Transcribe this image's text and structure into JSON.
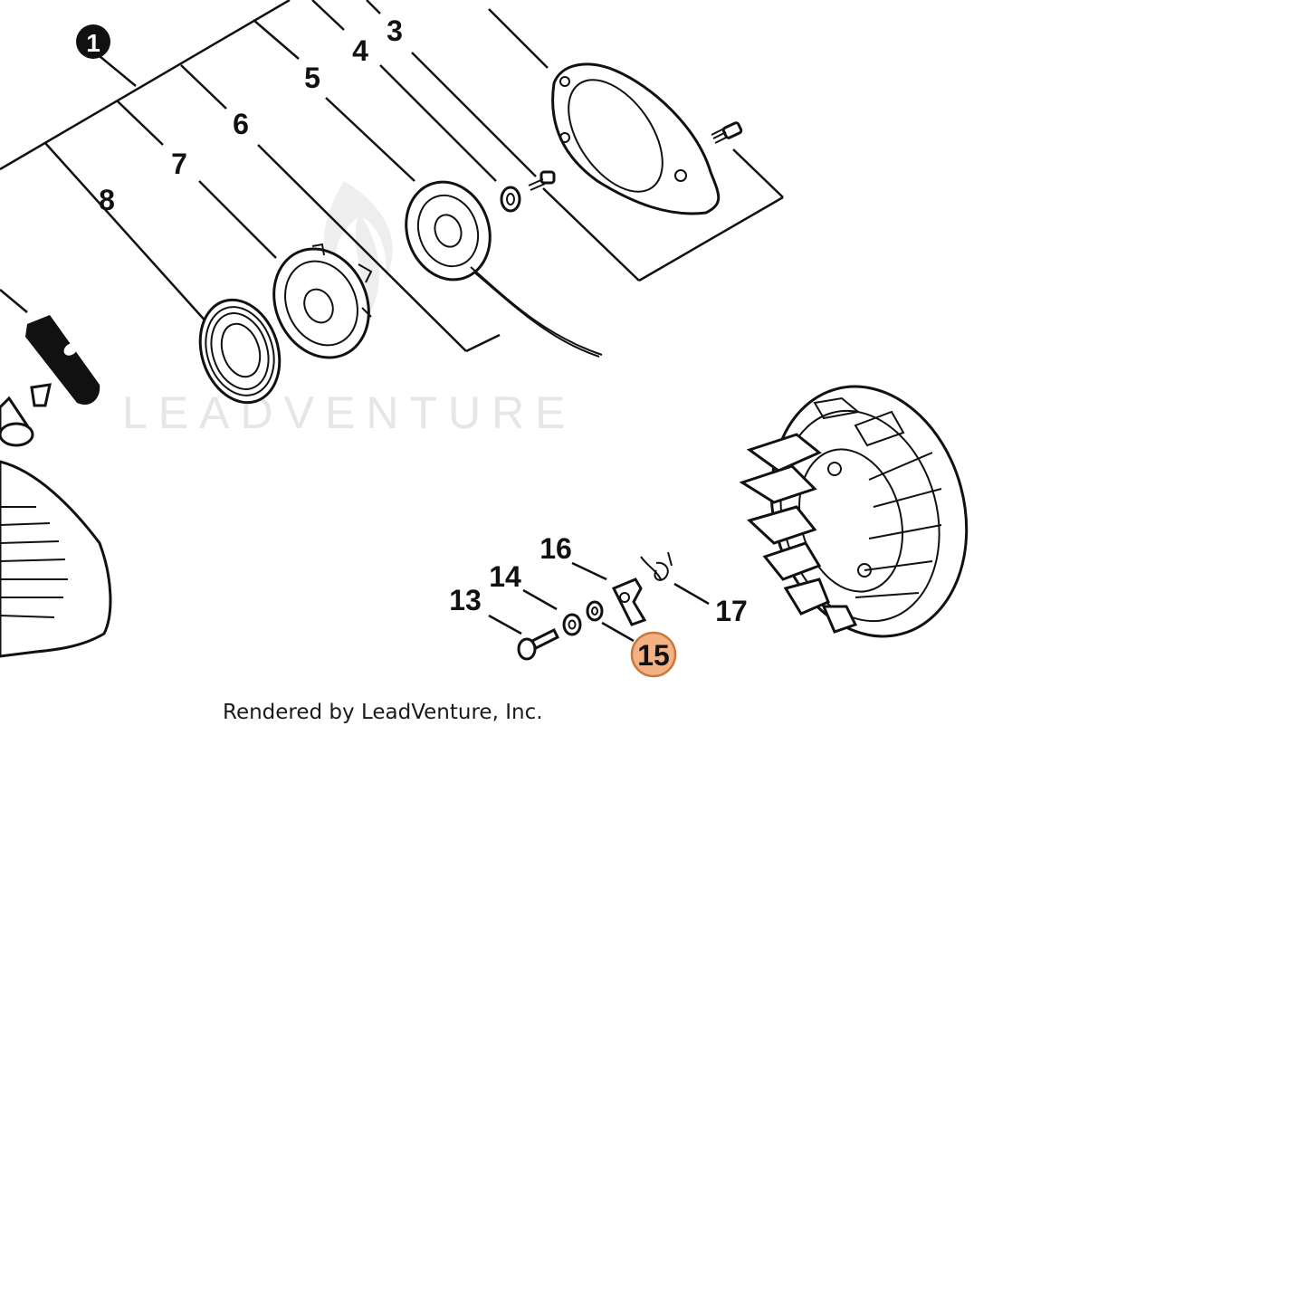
{
  "diagram": {
    "watermark": "LEADVENTURE",
    "credit": "Rendered by LeadVenture, Inc.",
    "assembly_callout": "1",
    "callouts": [
      "3",
      "4",
      "5",
      "6",
      "7",
      "8",
      "13",
      "14",
      "16",
      "17"
    ],
    "highlighted_callout": "15",
    "colors": {
      "highlight_fill": "#f4b183",
      "highlight_stroke": "#c8783a",
      "line": "#111111",
      "watermark": "#e6e6e6"
    }
  }
}
